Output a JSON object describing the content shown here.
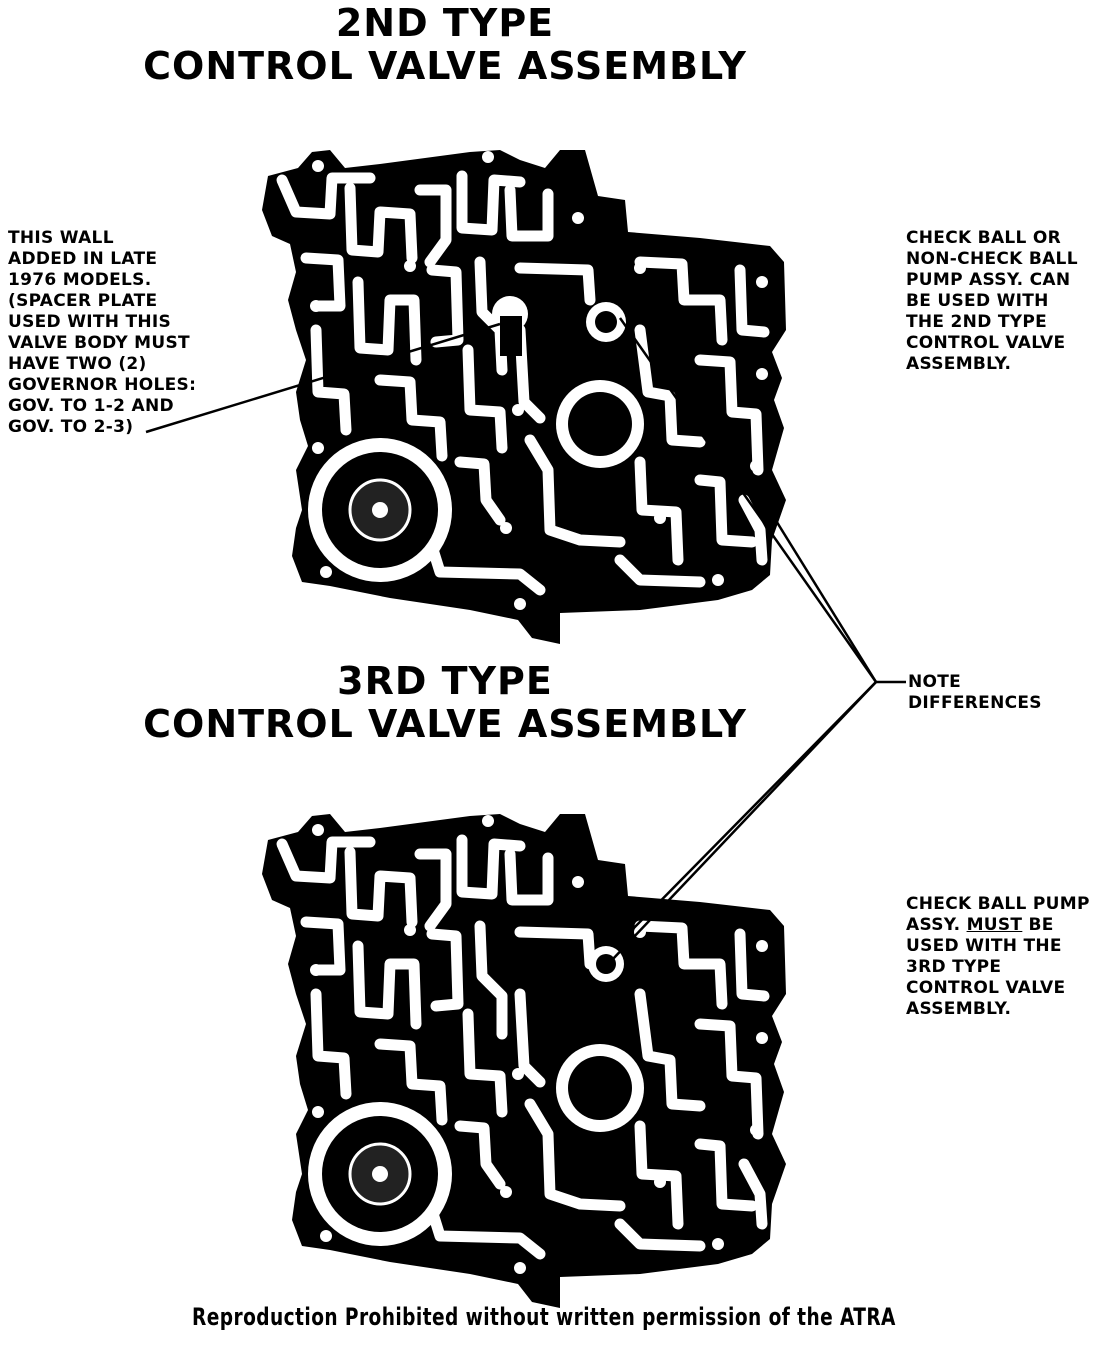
{
  "titles": {
    "second_type": [
      "2ND TYPE",
      "CONTROL VALVE ASSEMBLY"
    ],
    "third_type": [
      "3RD TYPE",
      "CONTROL VALVE ASSEMBLY"
    ]
  },
  "callouts": {
    "wall_note": [
      "THIS WALL",
      "ADDED IN LATE",
      "1976 MODELS.",
      "(SPACER PLATE",
      "USED WITH THIS",
      "VALVE BODY MUST",
      "HAVE TWO (2)",
      "GOVERNOR HOLES:",
      "GOV. TO 1-2 AND",
      "GOV. TO 2-3)"
    ],
    "check_ball_or_non": [
      "CHECK BALL OR",
      "NON-CHECK BALL",
      "PUMP ASSY. CAN",
      "BE USED WITH",
      "THE 2ND TYPE",
      "CONTROL VALVE",
      "ASSEMBLY."
    ],
    "note_differences": [
      "NOTE",
      "DIFFERENCES"
    ],
    "check_ball_must": {
      "line1": "CHECK BALL PUMP",
      "line2_pre": "ASSY. ",
      "line2_emph": "MUST",
      "line2_post": " BE",
      "line3": "USED WITH THE",
      "line4": "3RD TYPE",
      "line5": "CONTROL VALVE",
      "line6": "ASSEMBLY."
    }
  },
  "footer": "Reproduction Prohibited without written permission of the ATRA",
  "colors": {
    "ink": "#000000",
    "paper": "#ffffff"
  }
}
